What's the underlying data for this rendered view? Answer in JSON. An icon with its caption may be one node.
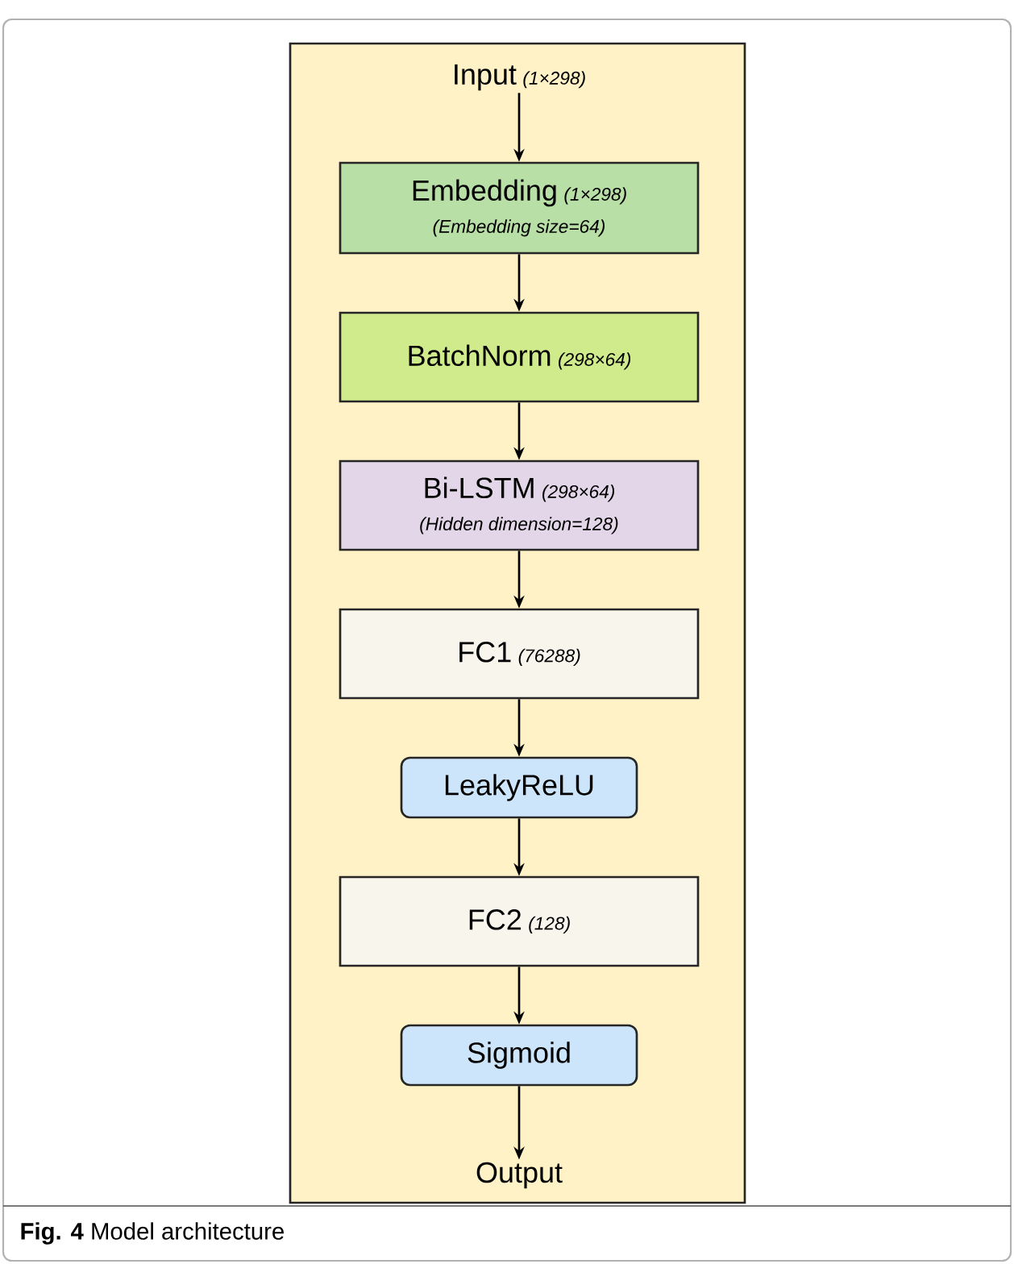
{
  "diagram": {
    "caption": "**Fig. 4** Model architecture",
    "nodes": [
      {
        "text": [],
        "shape": "box"
      },
      {
        "text": [
          "Input",
          "(1×298)"
        ],
        "in": 0
      },
      {
        "text": [
          "Embedding",
          "(1×298)",
          "(Embedding size=64)"
        ],
        "in": 0
      },
      {
        "text": [
          "BatchNorm",
          "(298×64)"
        ],
        "in": 0
      },
      {
        "text": [
          "Bi-LSTM",
          "(298×64)",
          "(Hidden dimension=128)"
        ],
        "in": 0
      },
      {
        "text": [
          "FC1",
          "(76288)"
        ],
        "in": 0
      },
      {
        "text": [
          "LeakyReLU"
        ],
        "in": 0
      },
      {
        "text": [
          "FC2",
          "(128)"
        ],
        "in": 0
      },
      {
        "text": [
          "Sigmoid"
        ],
        "in": 0
      },
      {
        "text": [
          "Output"
        ],
        "in": 0
      }
    ],
    "edges": [
      {
        "from": 1,
        "to": 2,
        "arrow": "to"
      },
      {
        "from": 2,
        "to": 3,
        "arrow": "to"
      },
      {
        "from": 3,
        "to": 4,
        "arrow": "to"
      },
      {
        "from": 4,
        "to": 5,
        "arrow": "to"
      },
      {
        "from": 5,
        "to": 6,
        "arrow": "to"
      },
      {
        "from": 6,
        "to": 7,
        "arrow": "to"
      },
      {
        "from": 7,
        "to": 8,
        "arrow": "to"
      },
      {
        "from": 8,
        "to": 9,
        "arrow": "to"
      }
    ]
  }
}
